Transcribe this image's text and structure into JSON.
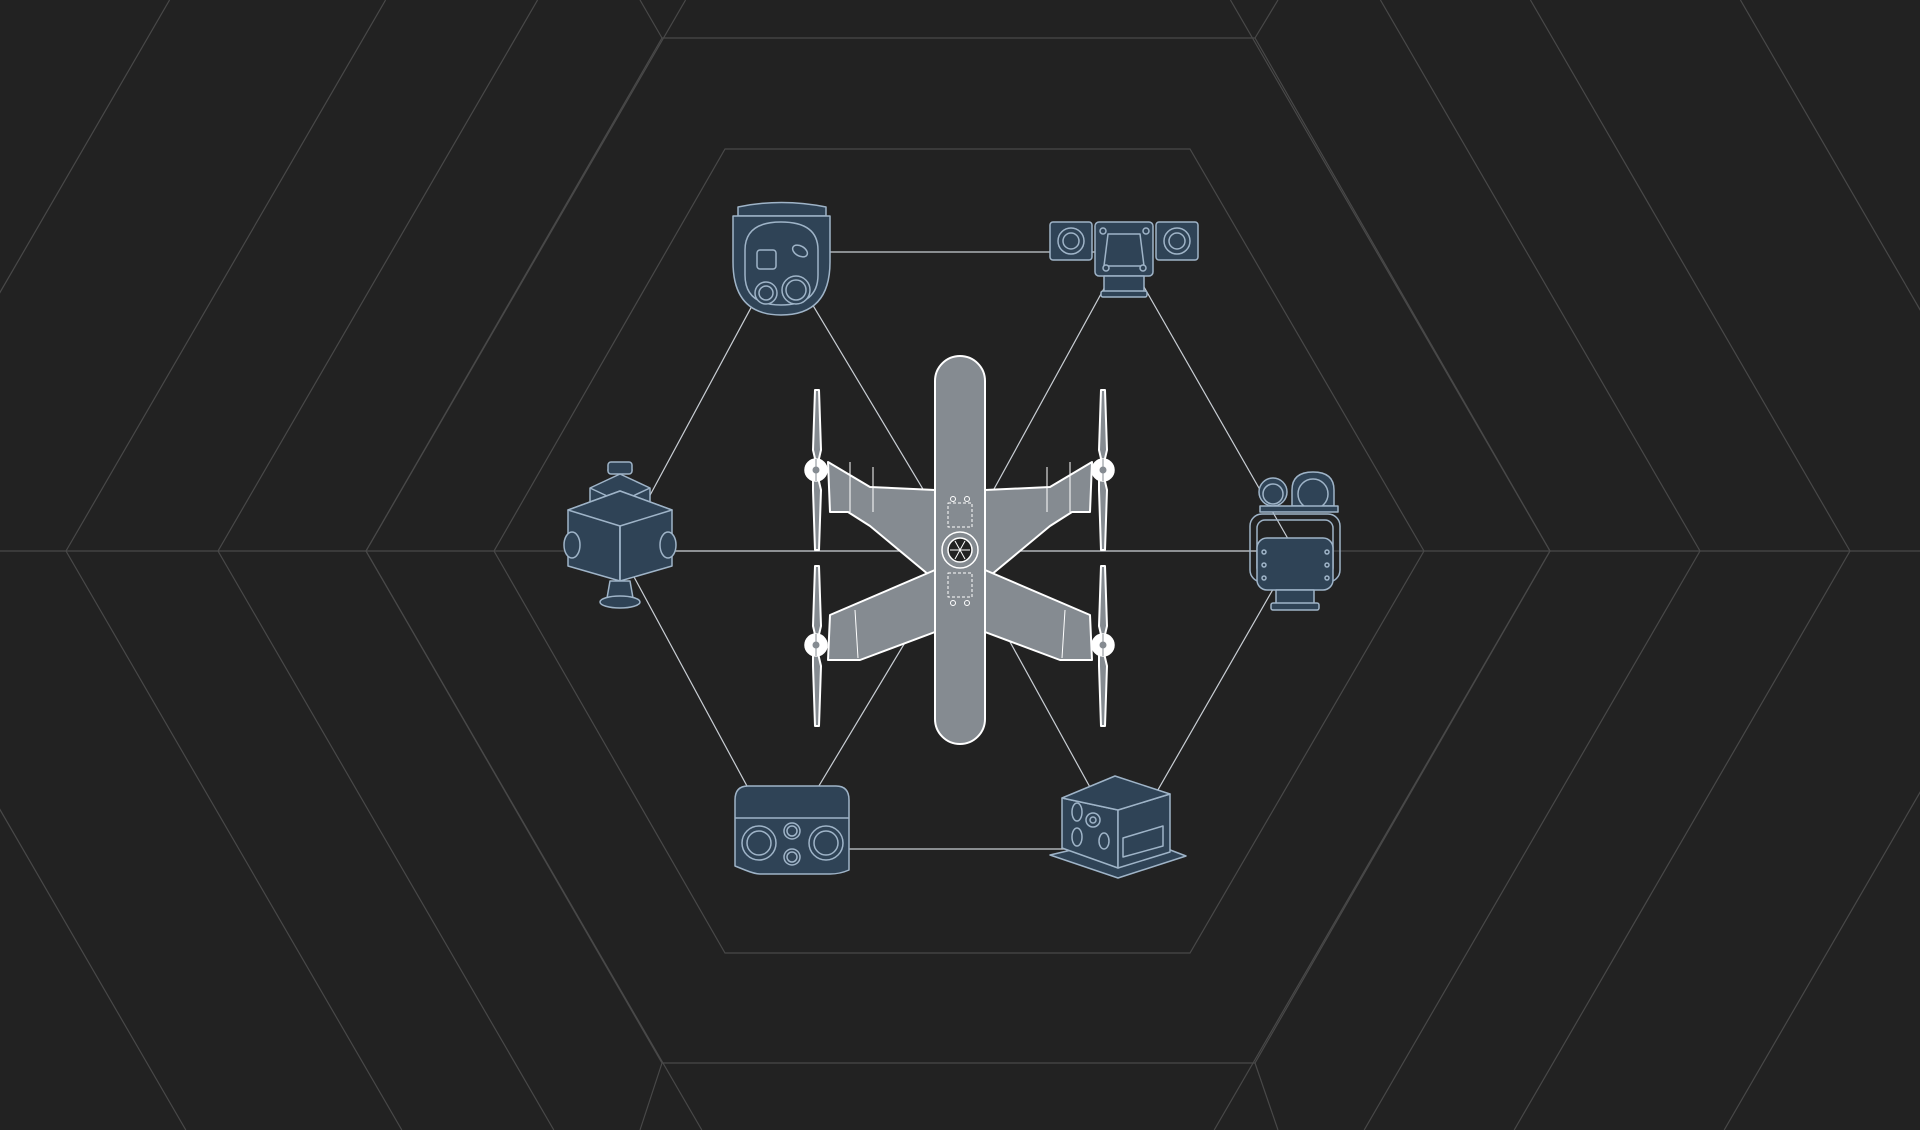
{
  "colors": {
    "background": "#222222",
    "grid_line": "#484848",
    "link_line": "#c9ced4",
    "payload_fill": "#2f4356",
    "payload_stroke": "#9fb4c8",
    "drone_fill": "#858b91",
    "drone_stroke": "#ffffff"
  },
  "diagram": {
    "center": "drone-airframe",
    "layout": "hexagon",
    "nodes": [
      {
        "id": "eo-ir-gimbal",
        "icon": "gimbal-turret-icon"
      },
      {
        "id": "dual-sensor-pod",
        "icon": "dual-sensor-pod-icon"
      },
      {
        "id": "pan-tilt-camera",
        "icon": "pan-tilt-camera-icon"
      },
      {
        "id": "sensor-box",
        "icon": "sensor-box-icon"
      },
      {
        "id": "multi-lens-camera",
        "icon": "multi-lens-camera-icon"
      },
      {
        "id": "multi-camera-array",
        "icon": "multi-camera-array-icon"
      }
    ],
    "links": [
      [
        "eo-ir-gimbal",
        "dual-sensor-pod"
      ],
      [
        "dual-sensor-pod",
        "pan-tilt-camera"
      ],
      [
        "pan-tilt-camera",
        "sensor-box"
      ],
      [
        "sensor-box",
        "multi-lens-camera"
      ],
      [
        "multi-lens-camera",
        "multi-camera-array"
      ],
      [
        "multi-camera-array",
        "eo-ir-gimbal"
      ],
      [
        "eo-ir-gimbal",
        "drone-airframe"
      ],
      [
        "dual-sensor-pod",
        "drone-airframe"
      ],
      [
        "pan-tilt-camera",
        "drone-airframe"
      ],
      [
        "sensor-box",
        "drone-airframe"
      ],
      [
        "multi-lens-camera",
        "drone-airframe"
      ],
      [
        "multi-camera-array",
        "drone-airframe"
      ]
    ]
  }
}
